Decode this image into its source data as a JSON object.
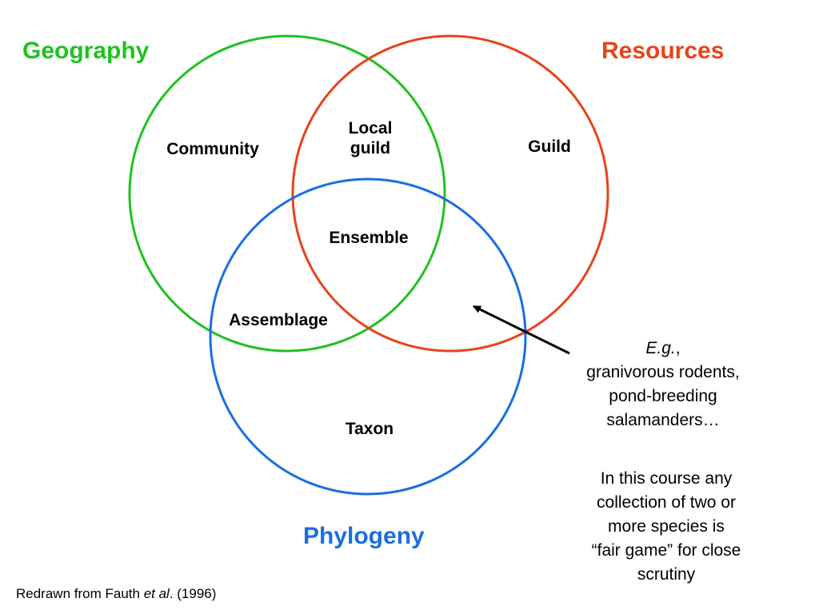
{
  "sets": {
    "geography": {
      "title": "Geography",
      "color": "#1fc21f"
    },
    "resources": {
      "title": "Resources",
      "color": "#e8431a"
    },
    "phylogeny": {
      "title": "Phylogeny",
      "color": "#1a6fe0"
    }
  },
  "regions": {
    "community": "Community",
    "local_guild_line1": "Local",
    "local_guild_line2": "guild",
    "guild": "Guild",
    "ensemble": "Ensemble",
    "assemblage": "Assemblage",
    "taxon": "Taxon"
  },
  "example_note": {
    "eg": "E.g.",
    "comma": ",",
    "line2": "granivorous rodents,",
    "line3": "pond-breeding",
    "line4": "salamanders…"
  },
  "course_note": {
    "line1": "In this course any",
    "line2": "collection of two or",
    "line3": "more species is",
    "line4": "“fair game” for close",
    "line5": "scrutiny"
  },
  "citation": {
    "prefix": "Redrawn from Fauth ",
    "italic": "et al",
    "suffix": ". (1996)"
  },
  "arrow": {
    "color": "#000000"
  }
}
